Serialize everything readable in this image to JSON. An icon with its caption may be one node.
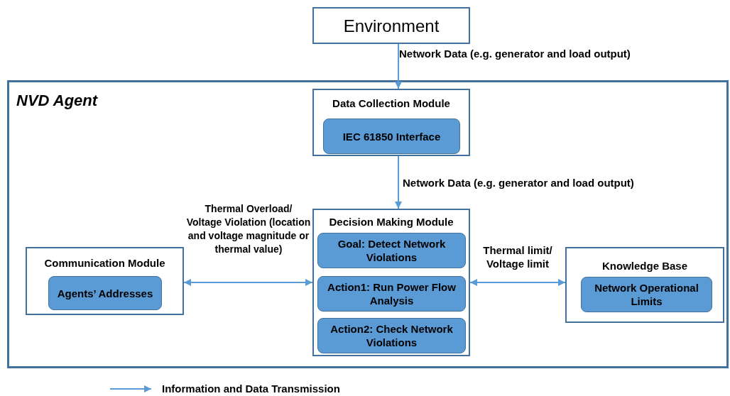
{
  "diagram": {
    "nodes": [
      {
        "text": [
          "Environment"
        ]
      },
      {
        "text": [
          "NVD Agent"
        ]
      },
      {
        "text": [
          "Data Collection Module"
        ],
        "in": 1
      },
      {
        "text": [
          "IEC 61850 Interface"
        ],
        "in": 2
      },
      {
        "text": [
          "Communication Module"
        ],
        "in": 1
      },
      {
        "text": [
          "Agents’ Addresses"
        ],
        "in": 4
      },
      {
        "text": [
          "Decision Making Module"
        ],
        "in": 1
      },
      {
        "text": [
          "Goal: Detect Network Violations"
        ],
        "in": 6
      },
      {
        "text": [
          "Action1: Run Power Flow Analysis"
        ],
        "in": 6
      },
      {
        "text": [
          "Action2: Check Network Violations"
        ],
        "in": 6
      },
      {
        "text": [
          "Knowledge Base"
        ],
        "in": 1
      },
      {
        "text": [
          "Network Operational Limits"
        ],
        "in": 10
      }
    ],
    "edges": [
      {
        "from": 0,
        "to": 2,
        "arrow": "to",
        "label": "Network Data (e.g. generator and load output)"
      },
      {
        "from": 2,
        "to": 6,
        "arrow": "to",
        "label": "Network Data (e.g. generator and load output)"
      },
      {
        "from": 4,
        "to": 6,
        "arrow": "both",
        "label": "Thermal Overload/ Voltage Violation (location and voltage magnitude or thermal value)"
      },
      {
        "from": 6,
        "to": 10,
        "arrow": "both",
        "label": "Thermal limit/ Voltage limit"
      }
    ],
    "legend": [
      {
        "text": "Information and Data Transmission"
      }
    ]
  }
}
